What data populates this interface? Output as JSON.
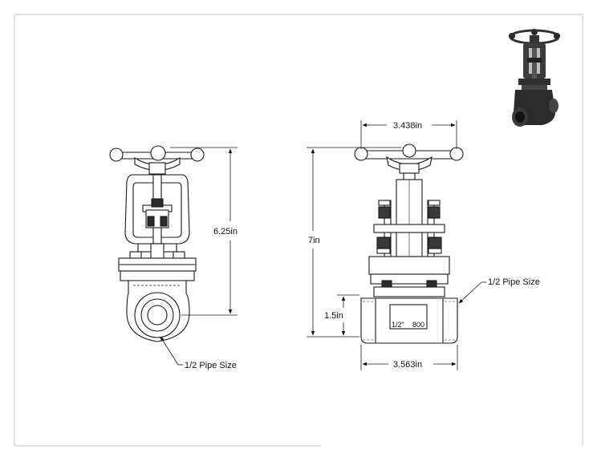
{
  "left_view": {
    "height_dim": "6.25in",
    "pipe_size_label": "1/2 Pipe Size"
  },
  "right_view": {
    "width_top_dim": "3.438in",
    "height_dim": "7in",
    "center_height_dim": "1.5in",
    "width_body_dim": "3.563in",
    "pipe_size_label": "1/2 Pipe Size",
    "body_marking_size": "1/2\"",
    "body_marking_class": "800"
  },
  "thumbnail": {
    "icon": "gate-valve-3d-render-icon"
  },
  "colors": {
    "line": "#1a1a1a",
    "frame": "#bdbdbd",
    "valve_dark": "#2b2b2b",
    "valve_mid": "#4a4a4a"
  }
}
